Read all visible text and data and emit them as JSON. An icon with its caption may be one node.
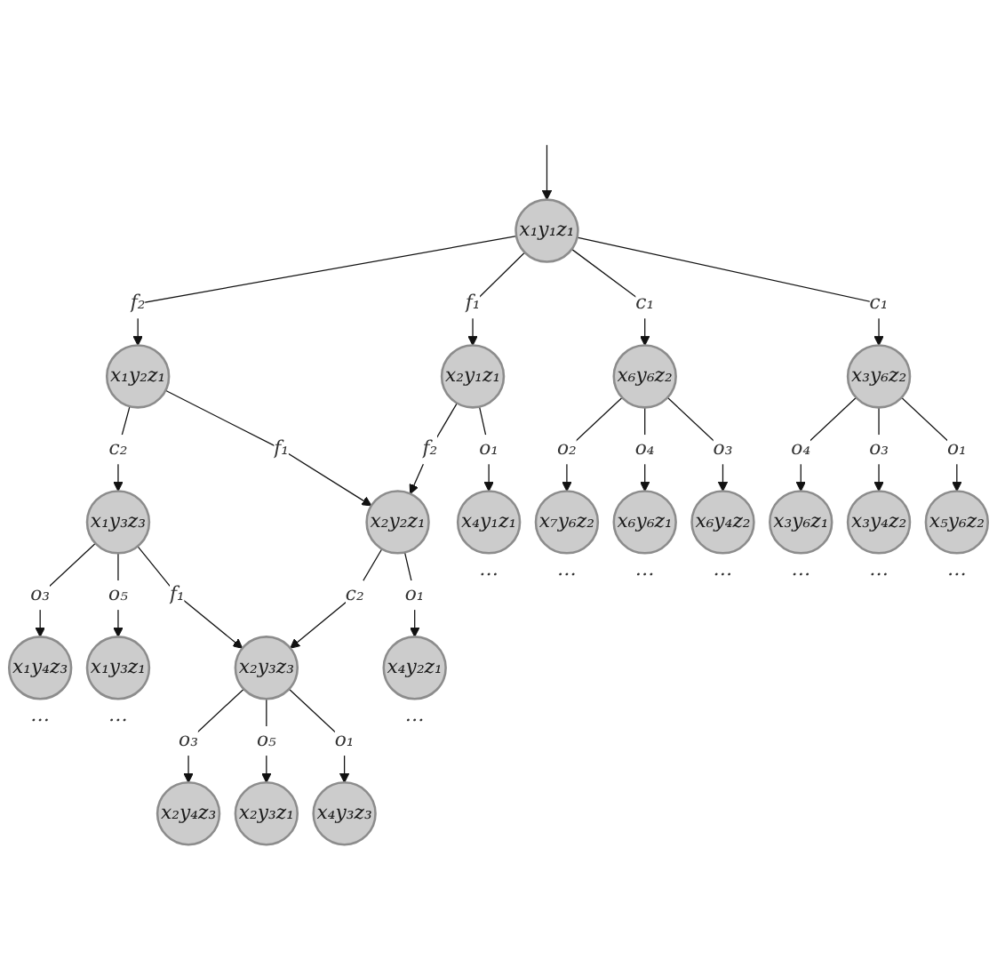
{
  "diagram": {
    "nodes": [
      {
        "text": [
          "x₁y₁z₁"
        ]
      },
      {
        "text": [
          "x₁y₂z₁"
        ]
      },
      {
        "text": [
          "x₂y₁z₁"
        ]
      },
      {
        "text": [
          "x₆y₆z₂"
        ]
      },
      {
        "text": [
          "x₃y₆z₂"
        ]
      },
      {
        "text": [
          "x₁y₃z₃"
        ]
      },
      {
        "text": [
          "x₂y₂z₁"
        ]
      },
      {
        "text": [
          "x₄y₁z₁"
        ],
        "beside": [
          "…"
        ]
      },
      {
        "text": [
          "x₇y₆z₂"
        ],
        "beside": [
          "…"
        ]
      },
      {
        "text": [
          "x₆y₆z₁"
        ],
        "beside": [
          "…"
        ]
      },
      {
        "text": [
          "x₆y₄z₂"
        ],
        "beside": [
          "…"
        ]
      },
      {
        "text": [
          "x₃y₆z₁"
        ],
        "beside": [
          "…"
        ]
      },
      {
        "text": [
          "x₃y₄z₂"
        ],
        "beside": [
          "…"
        ]
      },
      {
        "text": [
          "x₅y₆z₂"
        ],
        "beside": [
          "…"
        ]
      },
      {
        "text": [
          "x₁y₄z₃"
        ],
        "beside": [
          "…"
        ]
      },
      {
        "text": [
          "x₁y₃z₁"
        ],
        "beside": [
          "…"
        ]
      },
      {
        "text": [
          "x₂y₃z₃"
        ]
      },
      {
        "text": [
          "x₄y₂z₁"
        ],
        "beside": [
          "…"
        ]
      },
      {
        "text": [
          "x₂y₄z₃"
        ]
      },
      {
        "text": [
          "x₂y₃z₁"
        ]
      },
      {
        "text": [
          "x₄y₃z₃"
        ]
      }
    ],
    "edges": [
      {
        "from": null,
        "to": 0,
        "arrow": "to"
      },
      {
        "from": 0,
        "to": 1,
        "arrow": "to",
        "label": "f₂"
      },
      {
        "from": 0,
        "to": 2,
        "arrow": "to",
        "label": "f₁"
      },
      {
        "from": 0,
        "to": 3,
        "arrow": "to",
        "label": "c₁"
      },
      {
        "from": 0,
        "to": 4,
        "arrow": "to",
        "label": "c₁"
      },
      {
        "from": 1,
        "to": 5,
        "arrow": "to",
        "label": "c₂"
      },
      {
        "from": 1,
        "to": 6,
        "arrow": "to",
        "label": "f₁"
      },
      {
        "from": 2,
        "to": 6,
        "arrow": "to",
        "label": "f₂"
      },
      {
        "from": 2,
        "to": 7,
        "arrow": "to",
        "label": "o₁"
      },
      {
        "from": 3,
        "to": 8,
        "arrow": "to",
        "label": "o₂"
      },
      {
        "from": 3,
        "to": 9,
        "arrow": "to",
        "label": "o₄"
      },
      {
        "from": 3,
        "to": 10,
        "arrow": "to",
        "label": "o₃"
      },
      {
        "from": 4,
        "to": 11,
        "arrow": "to",
        "label": "o₄"
      },
      {
        "from": 4,
        "to": 12,
        "arrow": "to",
        "label": "o₃"
      },
      {
        "from": 4,
        "to": 13,
        "arrow": "to",
        "label": "o₁"
      },
      {
        "from": 5,
        "to": 14,
        "arrow": "to",
        "label": "o₃"
      },
      {
        "from": 5,
        "to": 15,
        "arrow": "to",
        "label": "o₅"
      },
      {
        "from": 5,
        "to": 16,
        "arrow": "to",
        "label": "f₁"
      },
      {
        "from": 6,
        "to": 16,
        "arrow": "to",
        "label": "c₂"
      },
      {
        "from": 6,
        "to": 17,
        "arrow": "to",
        "label": "o₁"
      },
      {
        "from": 16,
        "to": 18,
        "arrow": "to",
        "label": "o₃"
      },
      {
        "from": 16,
        "to": 19,
        "arrow": "to",
        "label": "o₅"
      },
      {
        "from": 16,
        "to": 20,
        "arrow": "to",
        "label": "o₁"
      }
    ]
  }
}
